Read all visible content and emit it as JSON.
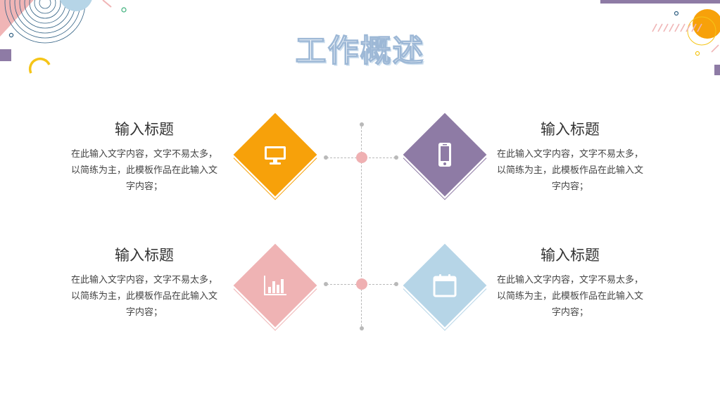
{
  "header": {
    "title": "工作概述"
  },
  "blocks": [
    {
      "title": "输入标题",
      "text": "在此输入文字内容，文字不易太多，以简练为主，此模板作品在此输入文字内容；"
    },
    {
      "title": "输入标题",
      "text": "在此输入文字内容，文字不易太多，以简练为主，此模板作品在此输入文字内容；"
    },
    {
      "title": "输入标题",
      "text": "在此输入文字内容，文字不易太多，以简练为主，此模板作品在此输入文字内容；"
    },
    {
      "title": "输入标题",
      "text": "在此输入文字内容，文字不易太多，以简练为主，此模板作品在此输入文字内容；"
    }
  ],
  "icons": {
    "top_left": "monitor-icon",
    "top_right": "smartphone-icon",
    "bottom_left": "bar-chart-icon",
    "bottom_right": "calendar-icon"
  },
  "colors": {
    "orange": "#f7a10a",
    "purple": "#8e7ba5",
    "pink": "#efb3b4",
    "blue": "#b6d5e7",
    "title_outline": "#9db8d6"
  }
}
